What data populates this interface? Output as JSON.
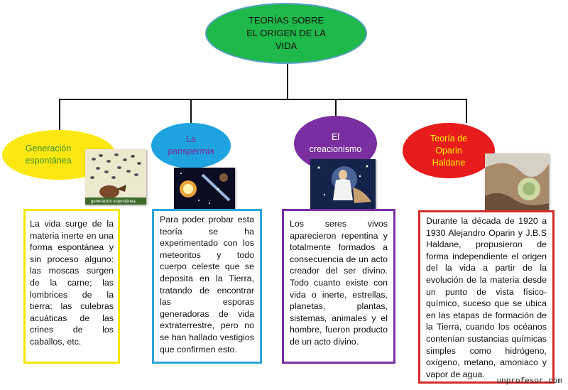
{
  "title_lines": [
    "TEORÍAS SOBRE",
    "EL ORIGEN DE LA",
    "VIDA"
  ],
  "colors": {
    "title_fill": "#1fb84a",
    "branch1": "#fbe812",
    "branch2": "#1fa3e0",
    "branch3": "#7a2fa0",
    "branch4": "#e81c1c",
    "connector": "#111111"
  },
  "branches": [
    {
      "id": "generacion-espontanea",
      "title_lines": [
        "Generación",
        "espontánea"
      ],
      "title_color": "#3a8f2a",
      "image": "spontaneous-generation-illustration",
      "image_caption": "generación espontánea",
      "body": "La vida surge de la materia inerte en una forma espontánea y sin proceso alguno: las moscas surgen de la carne; las lombrices de la tierra; las culebras acuáticas de las crines de los caballos, etc."
    },
    {
      "id": "panspermia",
      "title_lines": [
        "La",
        "panspermia"
      ],
      "title_color": "#7b2a9c",
      "image": "meteorite-space-illustration",
      "body": "Para poder probar esta teoría se ha experimentado con los meteoritos y todo cuerpo celeste que se deposita en la Tierra, tratando de encontrar las esporas generadoras de vida extraterrestre, pero no se han hallado vestigios que confirmen esto."
    },
    {
      "id": "creacionismo",
      "title_lines": [
        "El",
        "creacionismo"
      ],
      "title_color": "#ffffff",
      "image": "creation-painting-illustration",
      "body": "Los seres vivos aparecieron repentina y totalmente formados a consecuencia de un acto creador del ser divino. Todo cuanto existe con vida o inerte, estrellas, planetas, plantas, sistemas, animales y el hombre, fueron producto de un acto divino."
    },
    {
      "id": "oparin-haldane",
      "title_lines": [
        "Teoría de",
        "Oparin",
        "Haldane"
      ],
      "title_color": "#fff200",
      "image": "primordial-ocean-illustration",
      "body": "Durante la década de 1920 a 1930 Alejandro Oparin y J.B.S Haldane, propusieron de forma independiente el origen del la vida a partir de la evolución de la materia desde un punto de vista físico-químico, suceso que se ubica en las etapas de formación de la Tierra, cuando los océanos contenían sustancias químicas simples como hidrógeno, oxígeno, metano, amoniaco y vapor de agua."
    }
  ],
  "watermark": "unprofesor.com"
}
